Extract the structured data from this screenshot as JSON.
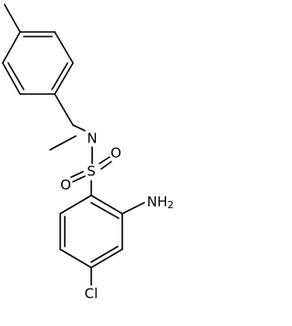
{
  "molecule": {
    "atoms": {
      "n": "N",
      "s": "S",
      "o_left": "O",
      "o_right": "O",
      "nh2": "NH",
      "nh2_sub": "2",
      "cl": "Cl"
    }
  }
}
